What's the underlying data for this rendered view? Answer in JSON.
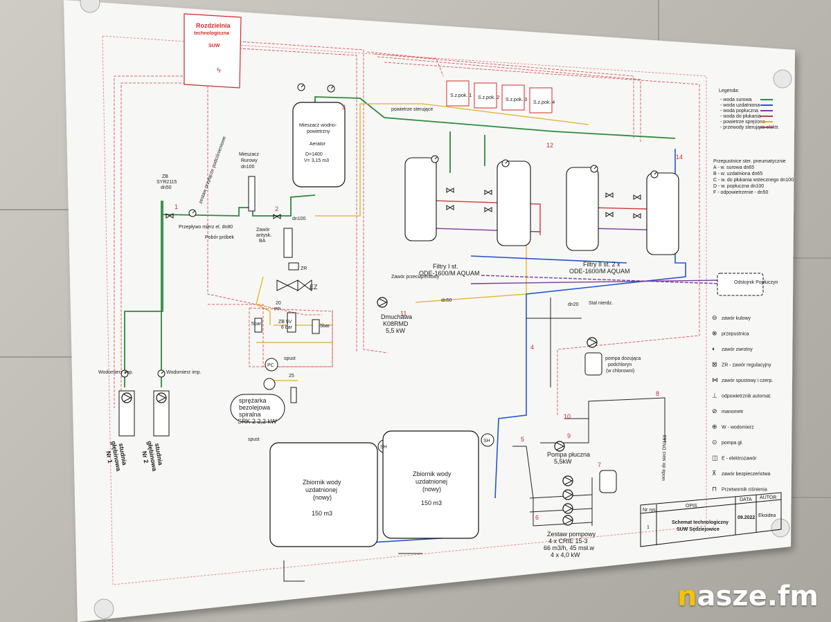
{
  "title_block": {
    "nr_header": "Nr rys.",
    "opis_header": "OPIS",
    "data_header": "DATA",
    "autor_header": "AUTOR",
    "nr": "1",
    "opis_line1": "Schemat technologiczny",
    "opis_line2": "SUW Sędziejowice",
    "data": "09.2022",
    "autor": "Ekoidea"
  },
  "rozdzielnia": {
    "line1": "Rozdzielnia",
    "line2": "technologiczna",
    "line3": "SUW"
  },
  "legend": {
    "title": "Legenda:",
    "water": [
      {
        "label": "woda surowa",
        "color": "#2a8a3a"
      },
      {
        "label": "woda uzdatniona",
        "color": "#2255cc"
      },
      {
        "label": "woda popłuczna",
        "color": "#7a3a9a"
      },
      {
        "label": "woda do płukania",
        "color": "#cc3a3a"
      },
      {
        "label": "powietrze sprężone",
        "color": "#e0b020"
      },
      {
        "label": "przewody sterujące elektr.",
        "color": "#d04040"
      }
    ],
    "pneumatic_title": "Przepustnice ster. pneumatycznie",
    "pneumatic": [
      "A - w. surowa dn65",
      "B - w. uzdatniona dn65",
      "C - w. do płukania wstecznego dn100",
      "D - w. popłuczna dn100",
      "F - odpowietrzenie - dn50"
    ],
    "symbols": [
      {
        "icon": "ball-valve-icon",
        "label": "zawór kulowy"
      },
      {
        "icon": "throttle-icon",
        "label": "przepustnica"
      },
      {
        "icon": "check-valve-icon",
        "label": "zawór zwrotny"
      },
      {
        "icon": "regulating-valve-icon",
        "label": "ZR - zawór regulacyjny"
      },
      {
        "icon": "drain-valve-icon",
        "label": "zawór spustowy i czerp."
      },
      {
        "icon": "air-vent-icon",
        "label": "odpowietrznik automat."
      },
      {
        "icon": "manometer-icon",
        "label": "manometr"
      },
      {
        "icon": "water-meter-icon",
        "label": "W - wodomierz"
      },
      {
        "icon": "pump-icon",
        "label": "pompa gł."
      },
      {
        "icon": "solenoid-valve-icon",
        "label": "E - elektrozawór"
      },
      {
        "icon": "safety-valve-icon",
        "label": "zawór bezpieczeństwa"
      },
      {
        "icon": "pressure-transducer-icon",
        "label": "Przetwornik ciśnienia"
      }
    ]
  },
  "wells": [
    {
      "meter": "Wodomierz imp.",
      "name_line1": "studnia",
      "name_line2": "głębinowa",
      "name_line3": "Nr 1"
    },
    {
      "meter": "Wodomierz imp.",
      "name_line1": "studnia",
      "name_line2": "głębinowa",
      "name_line3": "Nr 2"
    }
  ],
  "inlet": {
    "zb": "ZB",
    "syr": "SYR2115",
    "dn": "dn50",
    "flowmeter": "Przepływo mierz el. dn80",
    "sample": "Pobór próbek",
    "sampler": "zestaw przyłącze podciśnieniowe"
  },
  "pipe_mixer": {
    "line1": "Mieszacz",
    "line2": "Rurowy",
    "line3": "dn100"
  },
  "antiscale": {
    "line1": "Zawór",
    "line2": "antysk.",
    "line3": "BA"
  },
  "aerator": {
    "line1": "Mieszacz wodno-",
    "line2": "powietrzny",
    "line3": "Aerator",
    "line4": "D=1400",
    "line5": "V= 3,15 m3"
  },
  "zr": "ZR",
  "ez": "EZ",
  "compressor_unit": {
    "sbar_left": "5bar",
    "zb": "ZB 5V",
    "bar": "6 bar",
    "sbar_right": "5bar",
    "spust": "spust",
    "pc": "PC",
    "compressor_line1": "sprężarka",
    "compressor_line2": "bezolejowa",
    "compressor_line3": "spiralna",
    "compressor_line4": "SRK 2   2,2 kW",
    "drain": "spust"
  },
  "blower": {
    "line1": "Dmuchawa",
    "line2": "K08RMD",
    "line3": "5,5 kW",
    "valve": "Zawór przeciążeniowy",
    "number": "11"
  },
  "filters_1": {
    "line1": "Filtry I st.",
    "line2": "ODE-1600/M AQUAM"
  },
  "filters_2": {
    "line1": "Filtry II st. 2 x",
    "line2": "ODE-1600/M AQUAM"
  },
  "plc_boxes": [
    "S.z.pok. 1",
    "S.z.pok. 2",
    "S.z.pok. 3",
    "S.z.pok. 4"
  ],
  "air_control": "powietrze sterujące",
  "steel_label": "Stal nierdz.",
  "separator": "Odstojnik Popłuczyn",
  "dosing": {
    "line1": "pompa dozująca",
    "line2": "podchloryn",
    "line3": "(w chlorowni)"
  },
  "tanks": [
    {
      "line1": "Zbiornik wody",
      "line2": "uzdatnionej",
      "line3": "(nowy)",
      "volume": "150 m3"
    },
    {
      "line1": "Zbiornik wody",
      "line2": "uzdatnionej",
      "line3": "(nowy)",
      "volume": "150 m3"
    }
  ],
  "sh": "SH",
  "wash_pump": {
    "line1": "Pompa płuczna",
    "line2": "5,5kW"
  },
  "pump_set": {
    "line1": "Zestaw pompowy",
    "line2": "4 x CRIE 15-3",
    "line3": "66 m3/h, 45 msł.w",
    "line4": "4 x 4,0 kW"
  },
  "outlet": "woda do sieci DN150",
  "numbers": [
    "1",
    "2",
    "3",
    "4",
    "5",
    "6",
    "7",
    "8",
    "9",
    "10",
    "11",
    "12",
    "14"
  ],
  "pipe_labels": {
    "dn100": "dn100",
    "dn50": "dn50",
    "dn20": "dn20",
    "pp": "PP",
    "n25": "25",
    "n20": "20"
  },
  "watermark": {
    "prefix": "n",
    "rest": "asze.fm"
  }
}
